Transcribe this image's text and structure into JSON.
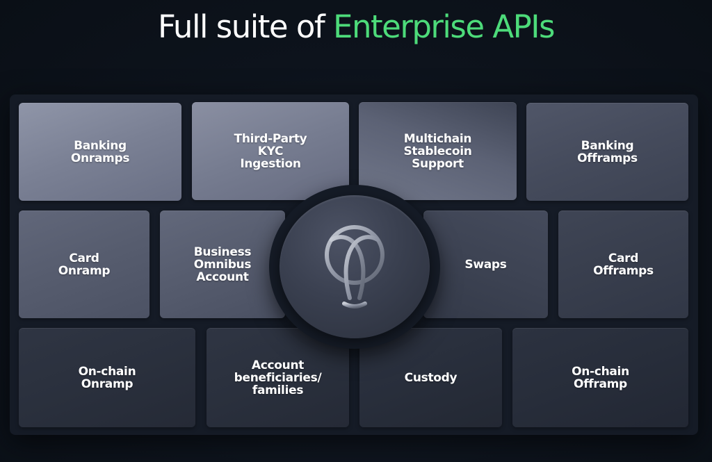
{
  "header": {
    "title_prefix": "Full suite of ",
    "title_accent": "Enterprise APIs",
    "accent_color": "#4ddb7a"
  },
  "hub": {
    "icon": "brand-logo-icon"
  },
  "tiles": [
    {
      "label": "Banking\nOnramps"
    },
    {
      "label": "Third-Party\nKYC\nIngestion"
    },
    {
      "label": "Multichain\nStablecoin\nSupport"
    },
    {
      "label": "Banking\nOfframps"
    },
    {
      "label": "Card\nOnramp"
    },
    {
      "label": "Business\nOmnibus\nAccount"
    },
    {
      "label": "Swaps"
    },
    {
      "label": "Card\nOfframps"
    },
    {
      "label": "On-chain\nOnramp"
    },
    {
      "label": "Account\nbeneficiaries/\nfamilies"
    },
    {
      "label": "Custody"
    },
    {
      "label": "On-chain\nOfframp"
    }
  ]
}
